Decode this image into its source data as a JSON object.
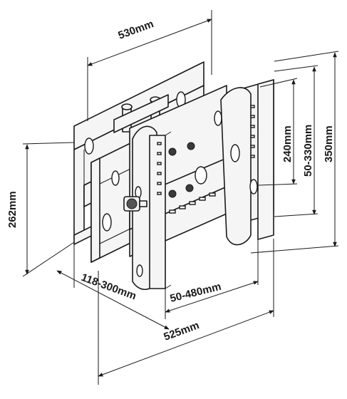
{
  "dimensions": {
    "top_width": "530mm",
    "right_inner": "240mm",
    "right_middle": "50-330mm",
    "right_outer": "350mm",
    "left_height": "262mm",
    "depth": "118-300mm",
    "arm_span": "50-480mm",
    "bottom_width": "525mm"
  }
}
